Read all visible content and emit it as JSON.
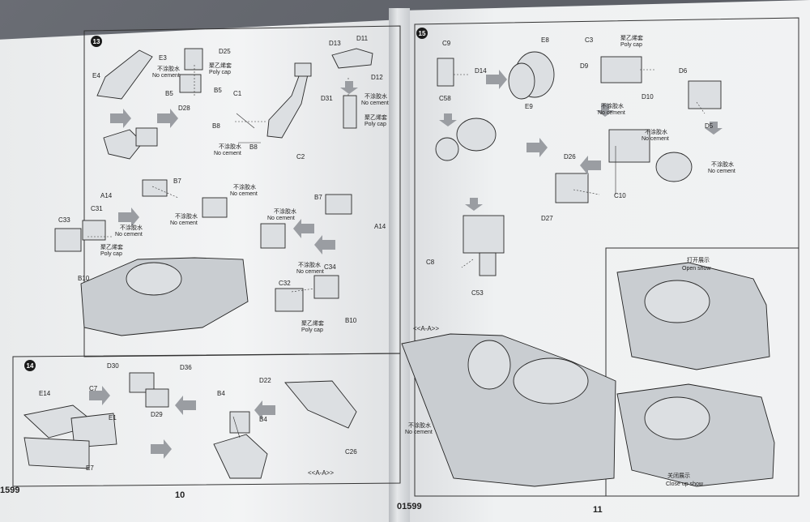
{
  "left_page": {
    "page_number": "10",
    "code": "1599",
    "step13": {
      "number": "13",
      "labels": [
        "E3",
        "E4",
        "D25",
        "B5",
        "B5",
        "D28",
        "C1",
        "B8",
        "B8",
        "C2",
        "D13",
        "D11",
        "D12",
        "D31",
        "B7",
        "A14",
        "C31",
        "C33",
        "B10",
        "B7",
        "A14",
        "C32",
        "C34",
        "B10"
      ],
      "no_cement_cn": "不涂胶水",
      "no_cement_en": "No cement",
      "poly_cap_cn": "聚乙烯套",
      "poly_cap_en": "Poly cap"
    },
    "step14": {
      "number": "14",
      "labels": [
        "D30",
        "D36",
        "C7",
        "D29",
        "E14",
        "E1",
        "E7",
        "B4",
        "B4",
        "D22",
        "C26"
      ],
      "section": "<<A-A>>"
    }
  },
  "right_page": {
    "page_number": "11",
    "code": "01599",
    "step15": {
      "number": "15",
      "labels": [
        "C9",
        "D14",
        "C58",
        "E8",
        "E9",
        "C3",
        "D9",
        "D10",
        "D6",
        "D5",
        "D26",
        "C10",
        "D27",
        "C8",
        "C53"
      ],
      "section": "<<A-A>>",
      "open_show_cn": "打开展示",
      "open_show_en": "Open show",
      "close_show_cn": "关闭展示",
      "close_show_en": "Close up show"
    }
  },
  "colors": {
    "paper": "#eef0f1",
    "ink": "#222222",
    "arrow": "#9a9da2"
  }
}
